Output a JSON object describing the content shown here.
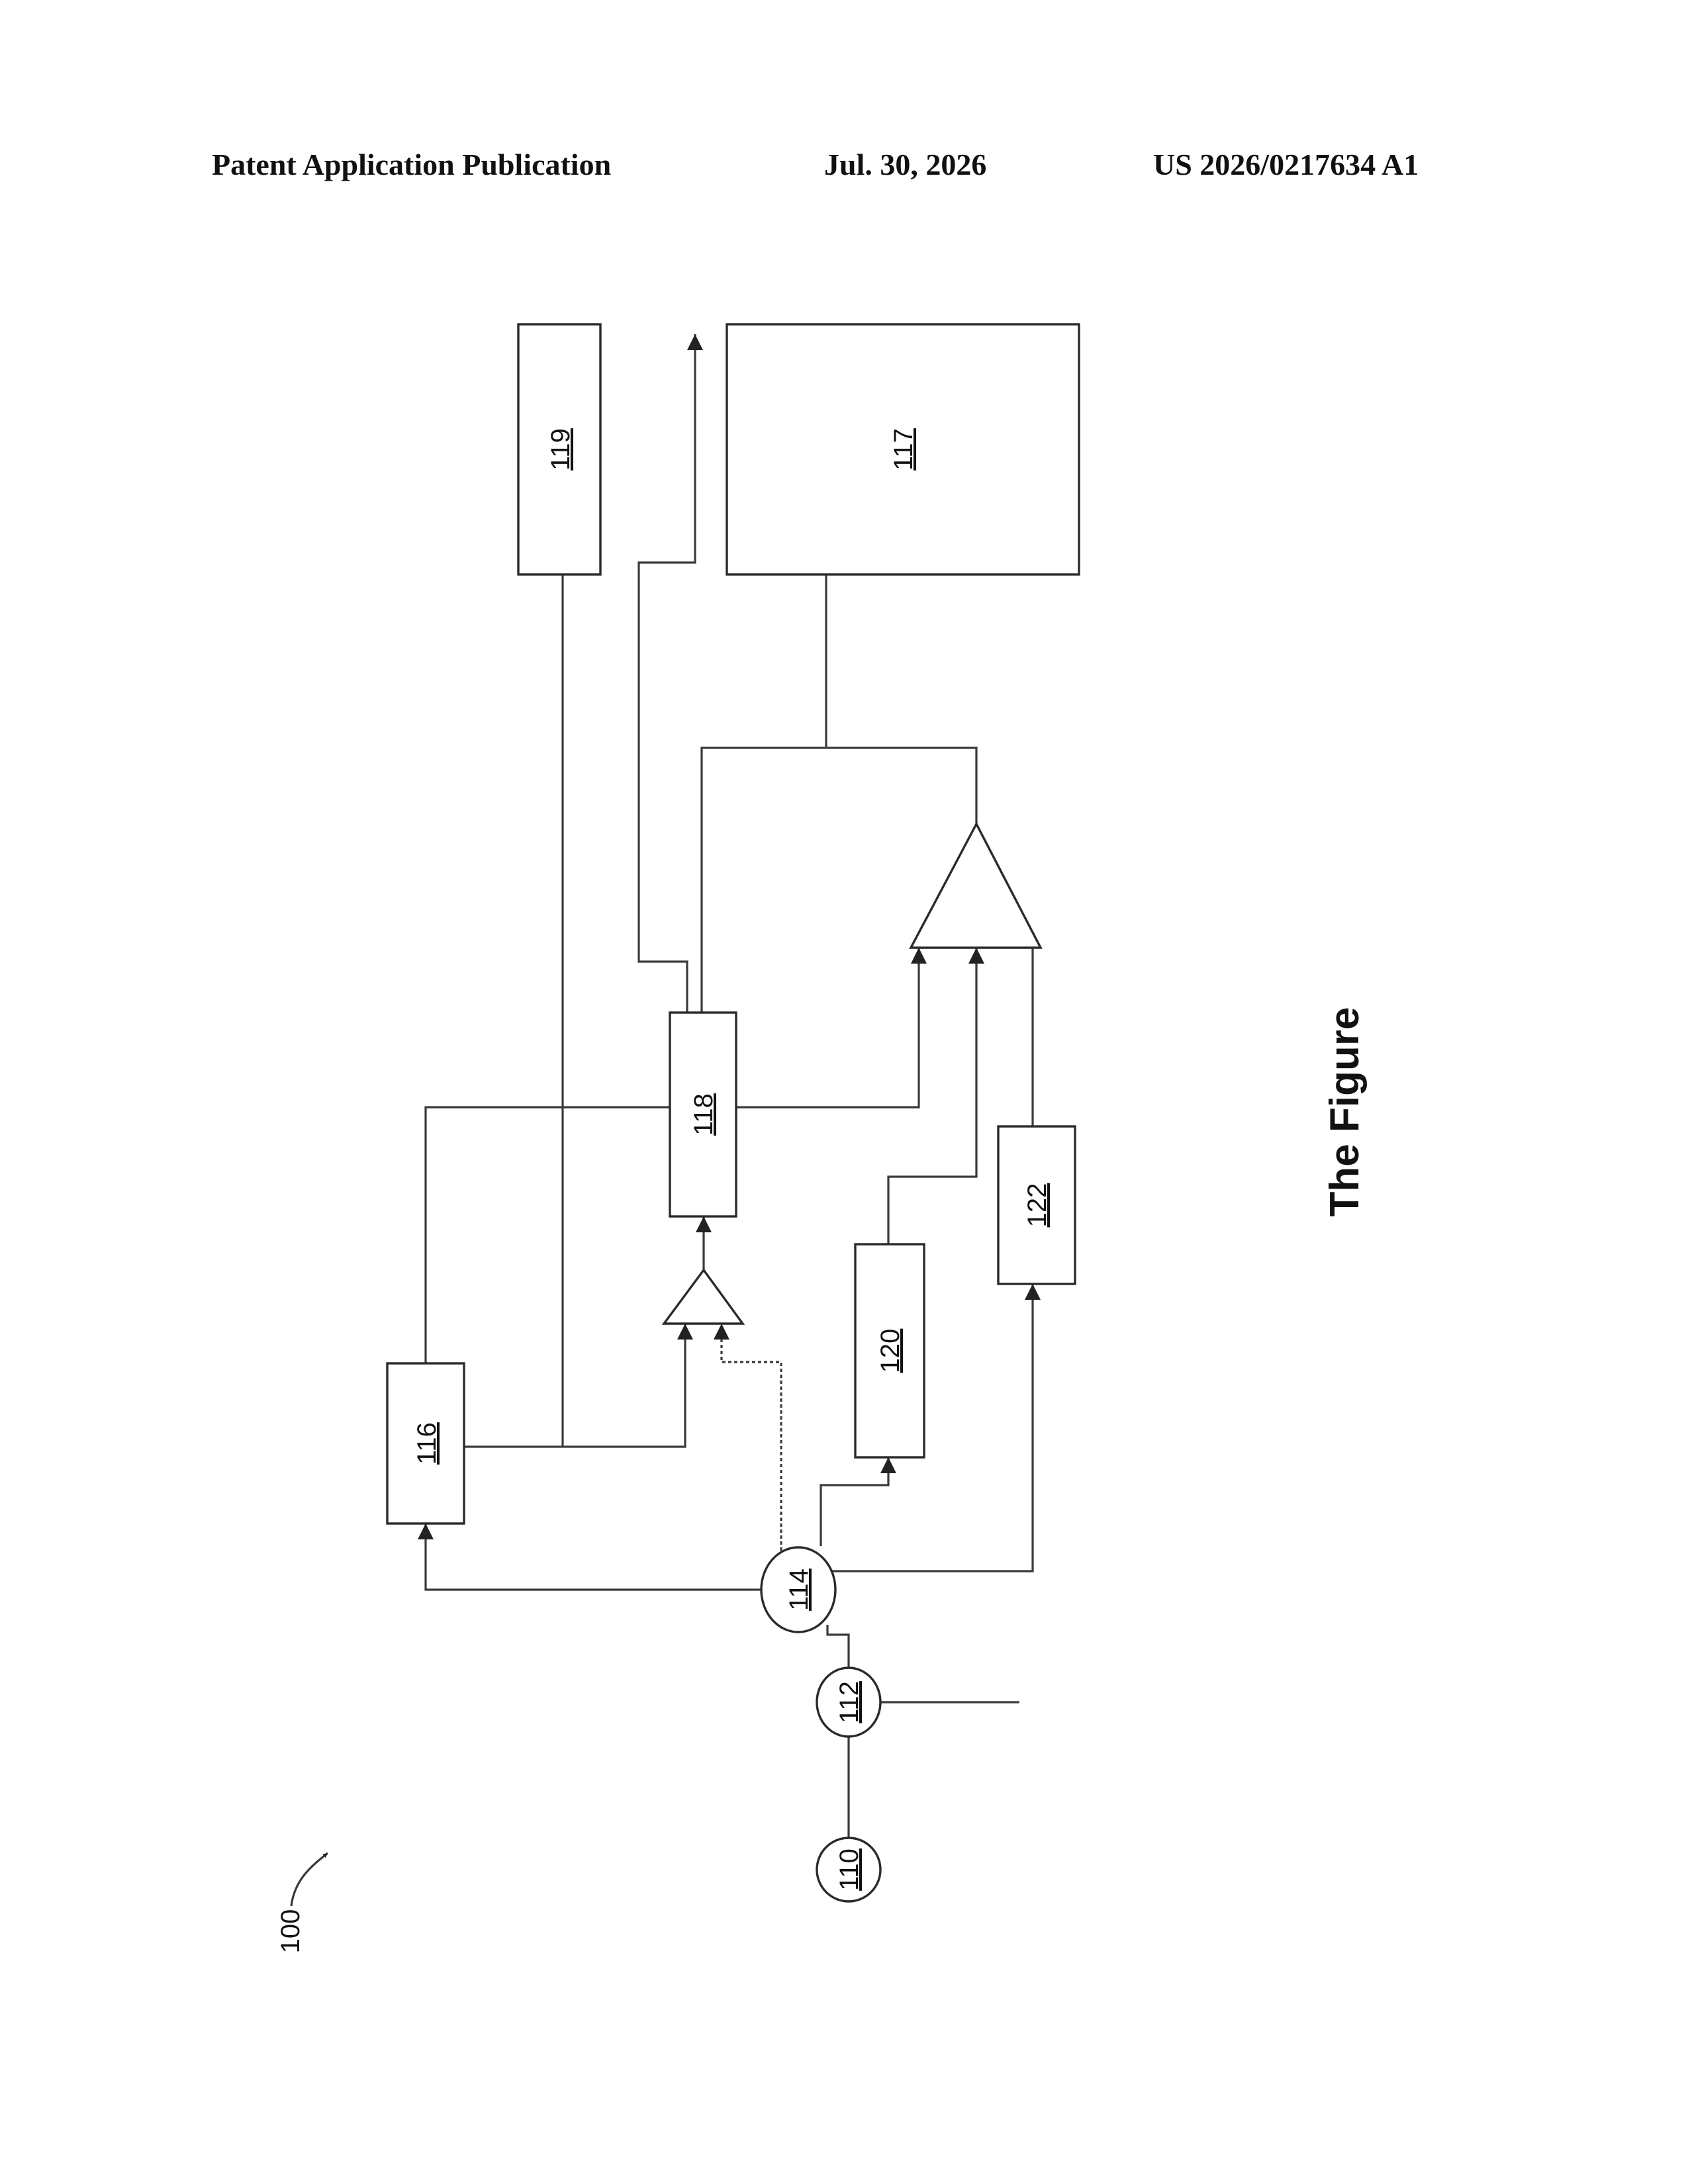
{
  "header": {
    "left": "Patent Application Publication",
    "center": "Jul. 30, 2026",
    "right": "US 2026/0217634 A1"
  },
  "figure": {
    "title": "The Figure",
    "system_ref": "100",
    "components": {
      "c110": "110",
      "c112": "112",
      "c114": "114",
      "c116": "116",
      "c117": "117",
      "c118": "118",
      "c119": "119",
      "c120": "120",
      "c122": "122"
    }
  }
}
